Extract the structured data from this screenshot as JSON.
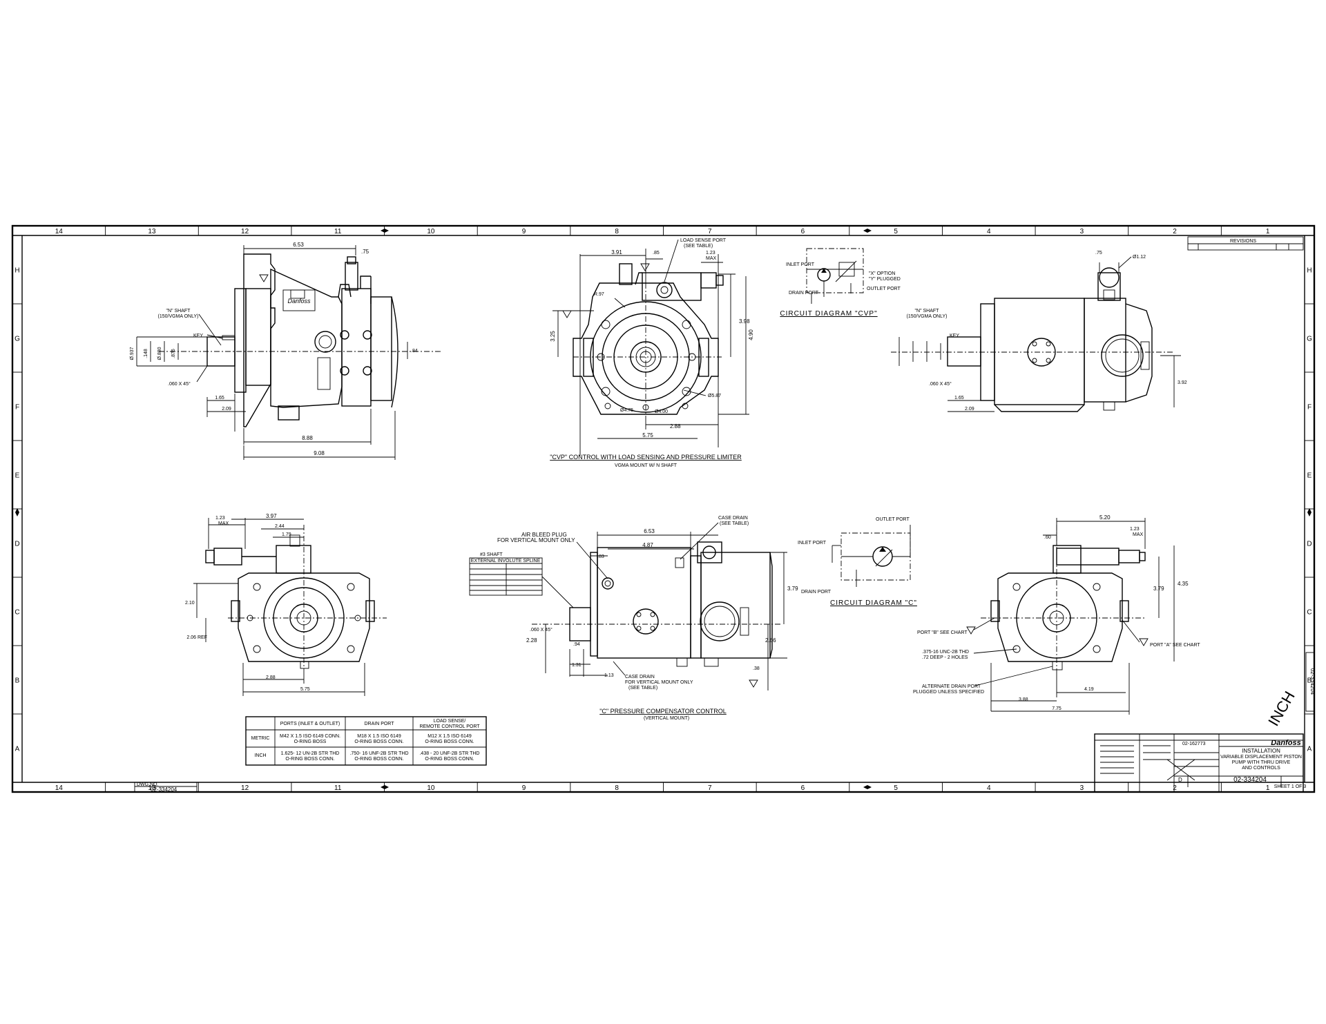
{
  "border": {
    "columns": [
      "14",
      "13",
      "12",
      "11",
      "10",
      "9",
      "8",
      "7",
      "6",
      "5",
      "4",
      "3",
      "2",
      "1"
    ],
    "rows": [
      "H",
      "G",
      "F",
      "E",
      "D",
      "C",
      "B",
      "A"
    ]
  },
  "revisions": {
    "title": "REVISIONS"
  },
  "views": {
    "side_n": {
      "n_shaft": "\"N\" SHAFT",
      "n_shaft_sub": "(150/VGMA ONLY)",
      "key": "KEY",
      "chamfer": ".060 X 45°",
      "dims": {
        "top": "6.53",
        "top_right": ".75",
        "d1": "1.65",
        "d2": "2.09",
        "d3": "8.88",
        "d4": "9.08",
        "right": ".84"
      }
    },
    "front_cvp": {
      "load_sense_port": "LOAD SENSE PORT",
      "see_table": "(SEE TABLE)",
      "dims": {
        "d1": "3.91",
        "d2": ".85",
        "d3": "1.23",
        "d3b": "MAX",
        "r": "R.97",
        "h1": "3.25",
        "h2": "3.98",
        "h3": "4.90",
        "dia1": "Ø5.87",
        "dia2": "Ø4.75",
        "dia3": "Ø4.00",
        "w1": "2.88",
        "w2": "5.75"
      },
      "caption": "\"CVP\" CONTROL WITH LOAD SENSING AND PRESSURE LIMITER",
      "sub": "VGMA MOUNT W/ N SHAFT"
    },
    "circuit_cvp": {
      "inlet": "INLET PORT",
      "drain": "DRAIN PORT",
      "outlet": "OUTLET PORT",
      "option1": "\"X\" OPTION",
      "option2": "\"Y\" PLUGGED",
      "caption": "CIRCUIT DIAGRAM \"CVP\""
    },
    "side_right": {
      "dims": {
        "top": ".75",
        "dia": "Ø1.12",
        "d1": "1.65",
        "d2": "2.09",
        "h": "3.92"
      }
    },
    "rear_view": {
      "dims": {
        "d1": "1.23",
        "d1b": "MAX",
        "d2": "3.97",
        "d3": "2.44",
        "d4": "1.79",
        "h1": "2.10",
        "h2": "2.06 REF",
        "w1": "2.88",
        "w2": "5.75"
      }
    },
    "c_comp": {
      "air_bleed": "AIR BLEED PLUG",
      "air_bleed2": "FOR VERTICAL MOUNT ONLY",
      "case_drain": "CASE DRAIN",
      "see_table": "(SEE TABLE)",
      "case_drain2": "CASE DRAIN",
      "case_drain2b": "FOR VERTICAL MOUNT ONLY",
      "shaft": "#3 SHAFT",
      "spline": "EXTERNAL INVOLUTE SPLINE",
      "dims": {
        "top1": "6.53",
        "top2": "4.87",
        "d1": ".83",
        "h1": "3.79",
        "h2": "2.28",
        "h3": "2.66",
        "w1": ".94",
        "w2": "1.31",
        "w3": "1.13",
        "w4": ".38",
        "ch": ".060 X 45°"
      },
      "caption": "\"C\" PRESSURE COMPENSATOR CONTROL",
      "sub": "(VERTICAL MOUNT)"
    },
    "circuit_c": {
      "outlet": "OUTLET PORT",
      "inlet": "INLET PORT",
      "drain": "DRAIN PORT",
      "caption": "CIRCUIT DIAGRAM \"C\""
    },
    "rear_right": {
      "dims": {
        "top": "5.20",
        "d1": ".60",
        "d2": "1.23",
        "d2b": "MAX",
        "h1": "3.79",
        "h2": "4.35",
        "w1": "4.19",
        "w2": "3.88",
        "w3": "7.75"
      },
      "port_b": "PORT \"B\" SEE CHART",
      "port_a": "PORT \"A\" SEE CHART",
      "thread1": ".375-16 UNC-2B THD",
      "thread2": ".72 DEEP - 2 HOLES",
      "alt_drain": "ALTERNATE DRAIN PORT",
      "alt_drain2": "PLUGGED UNLESS SPECIFIED"
    }
  },
  "port_table": {
    "headers": [
      "",
      "PORTS (INLET & OUTLET)",
      "DRAIN PORT",
      "LOAD SENSE/\nREMOTE CONTROL PORT"
    ],
    "rows": [
      {
        "label": "METRIC",
        "ports": "M42 X 1.5 ISO 6149 CONN.\nO-RING BOSS",
        "drain": "M18 X 1.5 ISO 6149\nO-RING BOSS CONN.",
        "sense": "M12 X 1.5 ISO 6149\nO-RING BOSS CONN."
      },
      {
        "label": "INCH",
        "ports": "1.625- 12 UN-2B STR THD\nO-RING BOSS CONN.",
        "drain": ".750- 16 UNF-2B STR THD\nO-RING BOSS CONN.",
        "sense": ".438 - 20 UNF-2B STR THD\nO-RING BOSS CONN."
      }
    ]
  },
  "title_block": {
    "brand": "Danfoss",
    "title": "INSTALLATION",
    "line2": "VARIABLE DISPLACEMENT PISTON",
    "line3": "PUMP WITH THRU DRIVE",
    "line4": "AND CONTROLS",
    "drawing_no": "02-334204",
    "ref": "02-162773",
    "sheet": "SHEET 1 OF 3",
    "size": "D"
  },
  "corner_stamp": {
    "dwg_label": "DWG NO.",
    "dwg_no": "02-334204"
  },
  "side_stamp": "02-334204",
  "units": "INCH"
}
